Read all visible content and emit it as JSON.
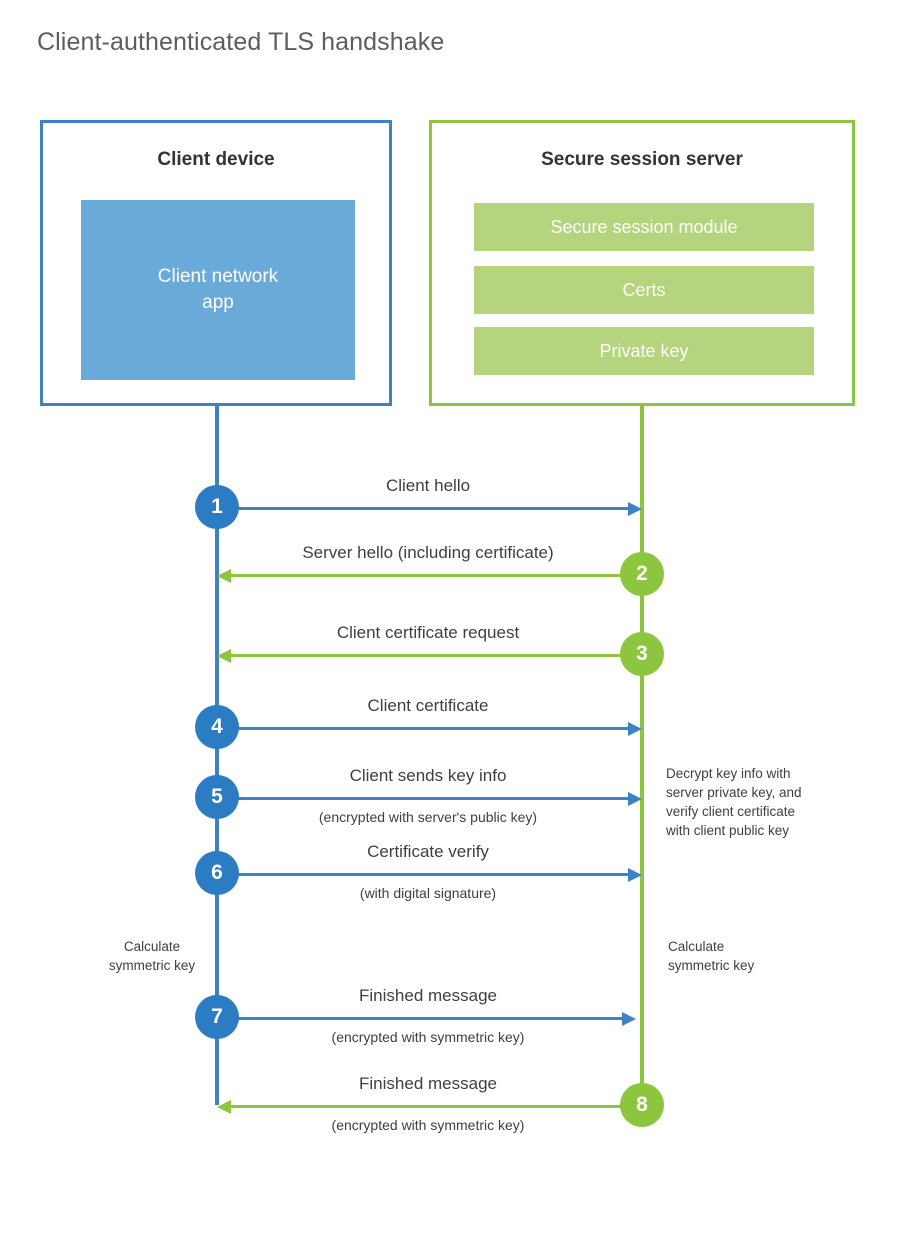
{
  "title": "Client-authenticated TLS handshake",
  "colors": {
    "client_border": "#3c82c4",
    "client_app_fill": "#6aaad8",
    "server_border": "#8cc63f",
    "server_bar_fill": "#b5d47e",
    "badge_blue": "#2b7cc3",
    "badge_green": "#8cc63f",
    "text": "#3f3f3f",
    "title_text": "#5d5d5d"
  },
  "client": {
    "title": "Client device",
    "app_label": "Client network\napp",
    "calculate_note": "Calculate\nsymmetric key"
  },
  "server": {
    "title": "Secure session server",
    "bars": [
      {
        "label": "Secure session module"
      },
      {
        "label": "Certs"
      },
      {
        "label": "Private key"
      }
    ],
    "decrypt_note": "Decrypt key info with\nserver private key, and\nverify client certificate\nwith client public key",
    "calculate_note": "Calculate\nsymmetric key"
  },
  "steps": [
    {
      "number": "1",
      "label": "Client hello",
      "sublabel": "",
      "direction": "right",
      "color": "blue"
    },
    {
      "number": "2",
      "label": "Server hello (including certificate)",
      "sublabel": "",
      "direction": "left",
      "color": "green"
    },
    {
      "number": "3",
      "label": "Client certificate request",
      "sublabel": "",
      "direction": "left",
      "color": "green"
    },
    {
      "number": "4",
      "label": "Client certificate",
      "sublabel": "",
      "direction": "right",
      "color": "blue"
    },
    {
      "number": "5",
      "label": "Client sends key info",
      "sublabel": "(encrypted with server's public key)",
      "direction": "right",
      "color": "blue"
    },
    {
      "number": "6",
      "label": "Certificate verify",
      "sublabel": "(with digital signature)",
      "direction": "right",
      "color": "blue"
    },
    {
      "number": "7",
      "label": "Finished message",
      "sublabel": "(encrypted with symmetric key)",
      "direction": "right",
      "color": "blue"
    },
    {
      "number": "8",
      "label": "Finished message",
      "sublabel": "(encrypted with symmetric key)",
      "direction": "left",
      "color": "green"
    }
  ]
}
